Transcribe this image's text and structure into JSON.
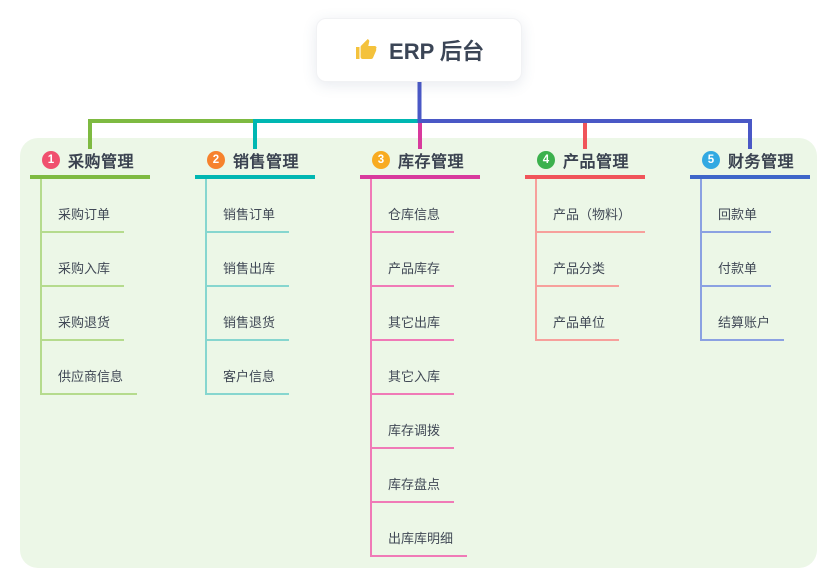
{
  "app": {
    "title": "ERP 后台",
    "icon": "thumbs-up"
  },
  "panel": {
    "bg": "#ecf7e7"
  },
  "connectors": {
    "root": "#4a58c6",
    "blue": "#4a58c6",
    "green": "#7eba41",
    "teal": "#00b7b2",
    "magenta": "#d83a9d",
    "red": "#f0545a"
  },
  "thumb_color": "#f4c23c",
  "branches": [
    {
      "num": "1",
      "title": "采购管理",
      "color": "#7eba41",
      "light": "#b5db8d",
      "badge": "#f0506e",
      "children": [
        "采购订单",
        "采购入库",
        "采购退货",
        "供应商信息"
      ]
    },
    {
      "num": "2",
      "title": "销售管理",
      "color": "#00b7b2",
      "light": "#86d6cf",
      "badge": "#f6822d",
      "children": [
        "销售订单",
        "销售出库",
        "销售退货",
        "客户信息"
      ]
    },
    {
      "num": "3",
      "title": "库存管理",
      "color": "#d83a9d",
      "light": "#f07ab7",
      "badge": "#f8ab21",
      "children": [
        "仓库信息",
        "产品库存",
        "其它出库",
        "其它入库",
        "库存调拨",
        "库存盘点",
        "出库库明细"
      ]
    },
    {
      "num": "4",
      "title": "产品管理",
      "color": "#f0545a",
      "light": "#f7a09c",
      "badge": "#3cb14d",
      "children": [
        "产品（物料）",
        "产品分类",
        "产品单位"
      ]
    },
    {
      "num": "5",
      "title": "财务管理",
      "color": "#3e66c9",
      "light": "#8ba1e2",
      "badge": "#32a9e2",
      "children": [
        "回款单",
        "付款单",
        "结算账户"
      ]
    }
  ]
}
